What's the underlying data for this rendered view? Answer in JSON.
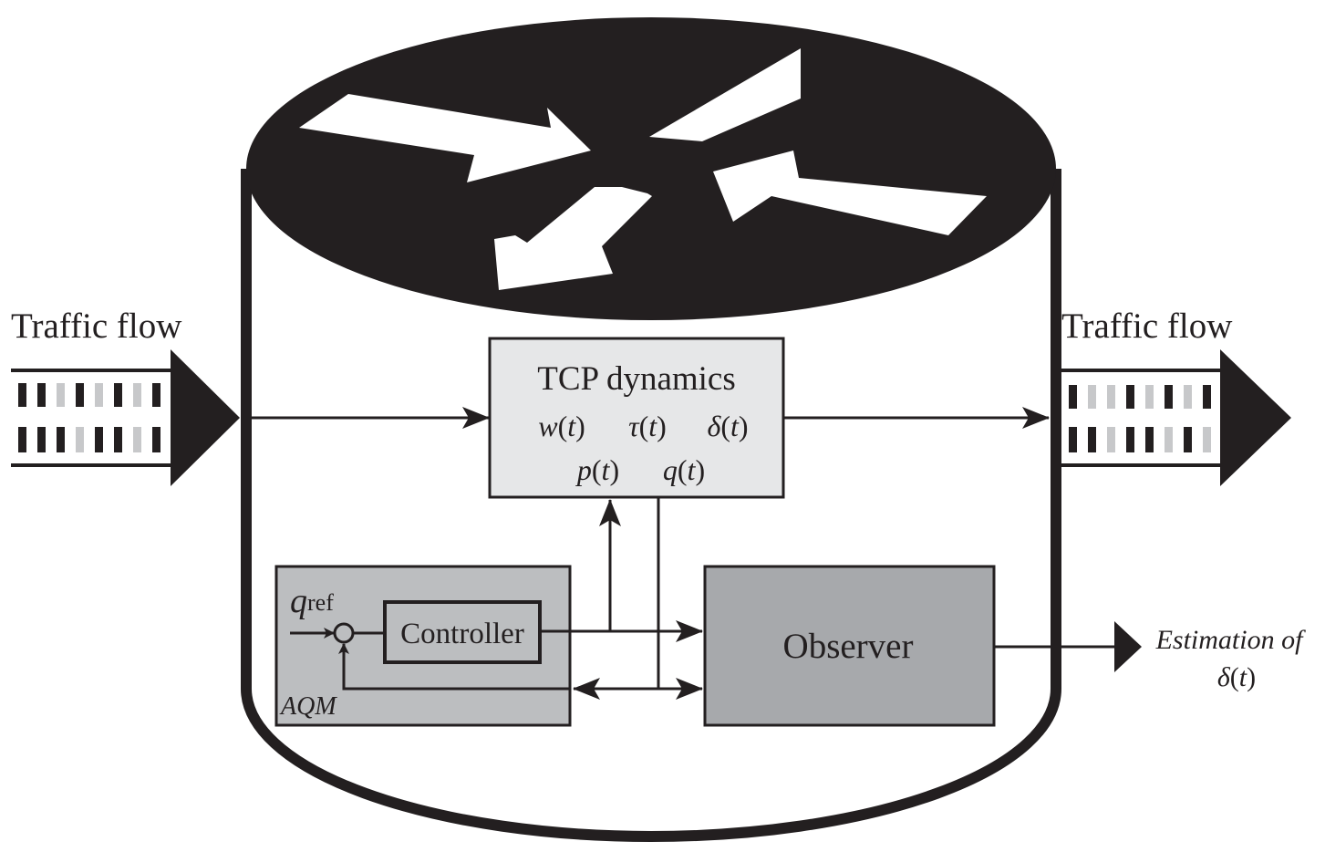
{
  "labels": {
    "traffic_in": "Traffic flow",
    "traffic_out": "Traffic flow",
    "tcp_title": "TCP dynamics",
    "controller": "Controller",
    "observer": "Observer",
    "aqm": "AQM",
    "estimation_line1": "Estimation of",
    "estimation_line2_sym": "δ",
    "estimation_line2_arg": "t",
    "qref_sym": "q",
    "qref_sub": "ref"
  },
  "tcp_vars": {
    "w": {
      "sym": "w",
      "arg": "t"
    },
    "tau": {
      "sym": "τ",
      "arg": "t"
    },
    "delta": {
      "sym": "δ",
      "arg": "t"
    },
    "p": {
      "sym": "p",
      "arg": "t"
    },
    "q": {
      "sym": "q",
      "arg": "t"
    }
  },
  "colors": {
    "ink": "#231f20",
    "tcp_box": "#e6e7e8",
    "aqm_box": "#bcbec0",
    "observer_box": "#a7a9ac",
    "packet_light": "#c7c8ca",
    "router_arrows": "#ffffff"
  }
}
